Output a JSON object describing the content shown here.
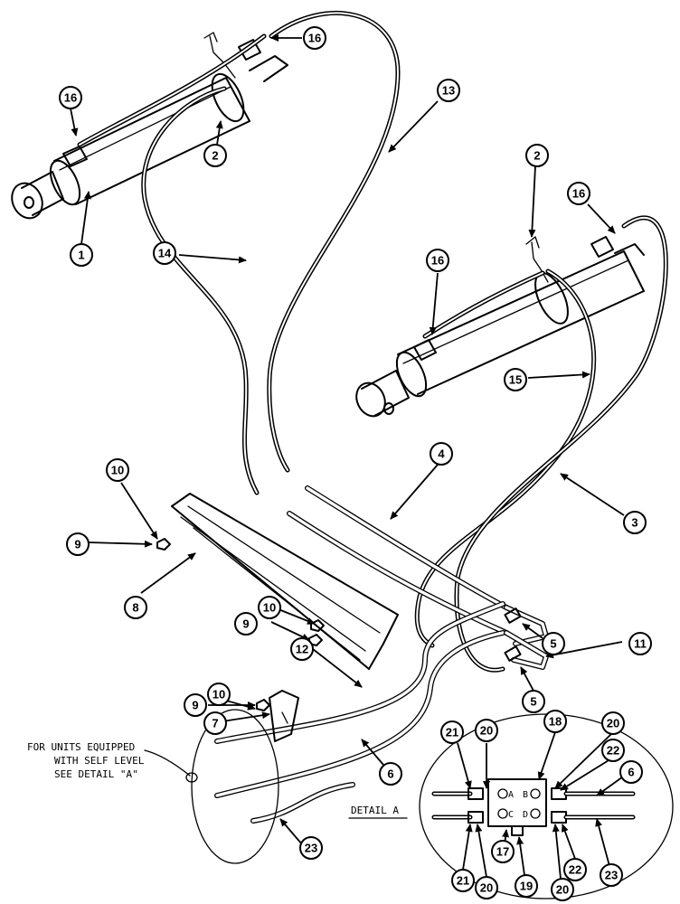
{
  "callouts": {
    "c1": "1",
    "c2a": "2",
    "c2b": "2",
    "c3": "3",
    "c4": "4",
    "c5a": "5",
    "c5b": "5",
    "c6a": "6",
    "c6b": "6",
    "c7": "7",
    "c8": "8",
    "c9a": "9",
    "c9b": "9",
    "c9c": "9",
    "c10a": "10",
    "c10b": "10",
    "c10c": "10",
    "c11": "11",
    "c12": "12",
    "c13": "13",
    "c14": "14",
    "c15": "15",
    "c16a": "16",
    "c16b": "16",
    "c16c": "16",
    "c16d": "16",
    "c17": "17",
    "c18": "18",
    "c19": "19",
    "c20a": "20",
    "c20b": "20",
    "c20c": "20",
    "c20d": "20",
    "c21a": "21",
    "c21b": "21",
    "c22a": "22",
    "c22b": "22",
    "c23a": "23",
    "c23b": "23"
  },
  "note": {
    "line1": "FOR UNITS EQUIPPED",
    "line2": "WITH SELF LEVEL",
    "line3": "SEE DETAIL \"A\""
  },
  "detail_title": "DETAIL A",
  "ports": {
    "a": "A",
    "b": "B",
    "c": "C",
    "d": "D"
  }
}
